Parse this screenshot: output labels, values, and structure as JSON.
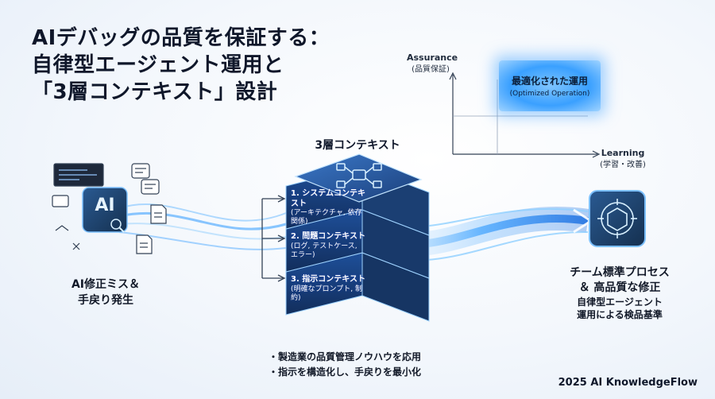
{
  "title": {
    "line1": "AIデバッグの品質を保証する：",
    "line2": "自律型エージェント運用と",
    "line3": "「3層コンテキスト」設計"
  },
  "quadrant": {
    "y_axis_label": "Assurance",
    "y_axis_sub": "(品質保証)",
    "x_axis_label": "Learning",
    "x_axis_sub": "(学習・改善)",
    "highlight_label": "最適化された運用",
    "highlight_sub": "(Optimized Operation)"
  },
  "stack": {
    "title": "3層コンテキスト",
    "layers": [
      {
        "label": "1. システムコンテキスト",
        "sub": "(アーキテクチャ, 依存関係)"
      },
      {
        "label": "2. 問題コンテキスト",
        "sub": "(ログ, テストケース, エラー)"
      },
      {
        "label": "3. 指示コンテキスト",
        "sub": "(明確なプロンプト, 制約)"
      }
    ]
  },
  "left": {
    "icon_text": "AI",
    "label_line1": "AI修正ミス＆",
    "label_line2": "手戻り発生"
  },
  "right": {
    "line1": "チーム標準プロセス",
    "line2": "＆ 高品質な修正",
    "line3": "自律型エージェント",
    "line4": "運用による検品基準"
  },
  "bullets": [
    "・製造業の品質管理ノウハウを応用",
    "・指示を構造化し、手戻りを最小化"
  ],
  "footer": "2025 AI KnowledgeFlow",
  "colors": {
    "accent": "#3aa0ff",
    "dark_tile": "#1e3a5f",
    "title": "#0f172a"
  }
}
